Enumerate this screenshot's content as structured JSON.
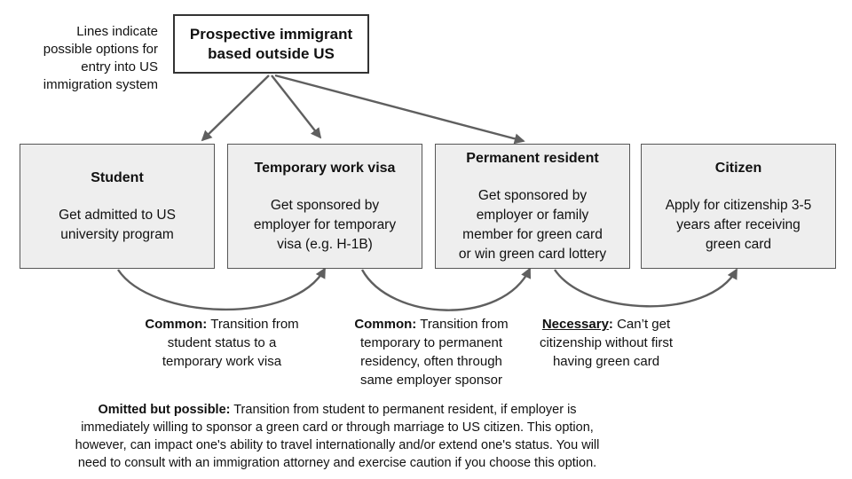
{
  "colors": {
    "background": "#ffffff",
    "node_fill": "#eeeeee",
    "node_border": "#565656",
    "root_fill": "#ffffff",
    "root_border": "#333333",
    "arrow": "#5f5f5f",
    "text": "#111111"
  },
  "legend_note": "Lines indicate\npossible options for\nentry into US\nimmigration system",
  "root": {
    "title": "Prospective immigrant\nbased outside US"
  },
  "nodes": [
    {
      "title": "Student",
      "body": "Get admitted to US\nuniversity program"
    },
    {
      "title": "Temporary work visa",
      "body": "Get sponsored by\nemployer for temporary\nvisa (e.g. H-1B)"
    },
    {
      "title": "Permanent resident",
      "body": "Get sponsored by\nemployer or family\nmember for green card\nor win green card lottery"
    },
    {
      "title": "Citizen",
      "body": "Apply for citizenship 3-5\nyears after receiving\ngreen card"
    }
  ],
  "transition_labels": [
    {
      "prefix": "Common:",
      "colon": "",
      "rest": " Transition from\nstudent status to a\ntemporary work visa"
    },
    {
      "prefix": "Common:",
      "colon": "",
      "rest": " Transition from\ntemporary to permanent\nresidency, often through\nsame employer sponsor"
    },
    {
      "prefix": "Necessary",
      "colon": ":",
      "rest": " Can’t get\ncitizenship without first\nhaving green card"
    }
  ],
  "footnote": {
    "prefix": "Omitted but possible:",
    "rest": " Transition from student to permanent resident, if employer is\nimmediately willing to sponsor a green card or through marriage to US citizen. This option,\nhowever, can impact one's ability to travel internationally and/or extend one's status. You will\nneed to consult with an immigration attorney and exercise caution if you choose this option."
  }
}
